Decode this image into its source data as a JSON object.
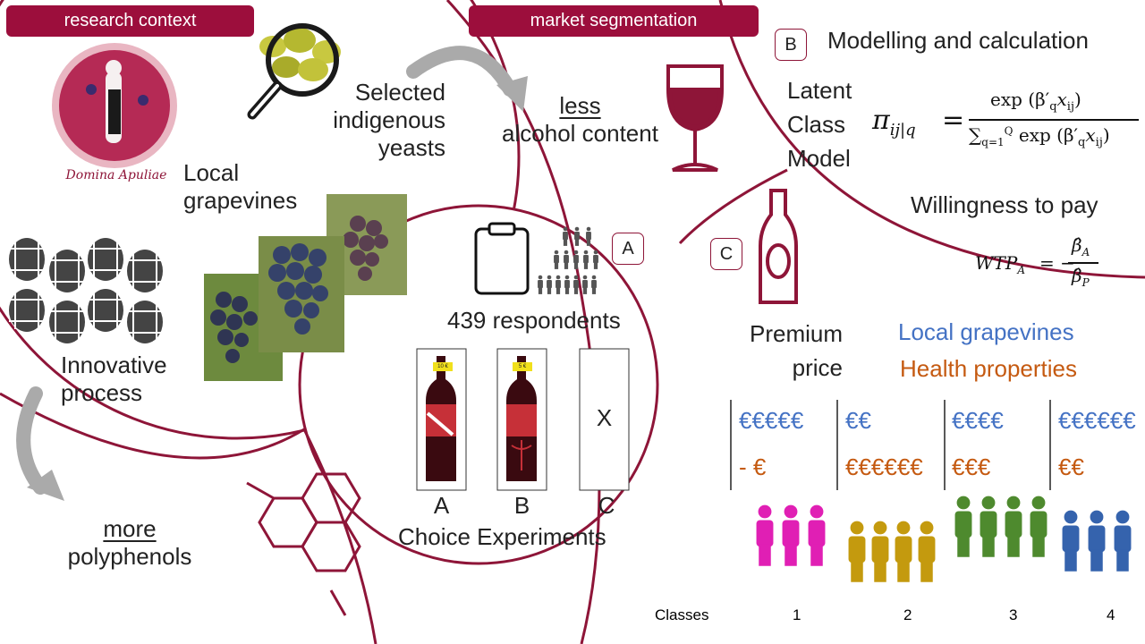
{
  "colors": {
    "accent": "#9c0e3c",
    "blue": "#4472c4",
    "orange": "#c55a11",
    "class1": "#e01fb4",
    "class2": "#c49a0e",
    "class3": "#4e8a2e",
    "class4": "#3563ad"
  },
  "tags": {
    "research_context": "research context",
    "market_segmentation": "market segmentation"
  },
  "logo_text": "Domina Apuliae",
  "research": {
    "yeasts": "Selected indigenous yeasts",
    "grapevines": "Local grapevines",
    "process": "Innovative process",
    "polyphenols_underlined": "more",
    "polyphenols": "polyphenols"
  },
  "segmentation": {
    "alcohol_underlined": "less",
    "alcohol": "alcohol content"
  },
  "panel_a": {
    "badge": "A",
    "respondents": "439 respondents",
    "options": [
      "A",
      "B",
      "C"
    ],
    "card_c_text": "X",
    "bottle_a_price": "10 €",
    "bottle_b_price": "5 €",
    "caption": "Choice Experiments"
  },
  "panel_b": {
    "badge": "B",
    "title": "Modelling and calculation",
    "model_label": [
      "Latent",
      "Class",
      "Model"
    ],
    "wtp_label": "Willingness to pay",
    "formula_lhs": "π",
    "formula_lhs_sub": "ij|q",
    "formula_num": "exp (β′",
    "formula_num_sub": "q",
    "formula_num_x": "x",
    "formula_num_x_sub": "ij",
    "formula_den_sum": "∑",
    "formula_den_sum_sub": "q=1",
    "formula_den_sum_sup": "Q",
    "formula_den_exp": "exp (β′",
    "wtp_lhs": "WTP",
    "wtp_sub": "A",
    "wtp_num": "β̂",
    "wtp_num_sub": "A",
    "wtp_den": "β̂",
    "wtp_den_sub": "P"
  },
  "panel_c": {
    "badge": "C",
    "premium": [
      "Premium",
      "price"
    ],
    "legend_local": "Local grapevines",
    "legend_health": "Health properties"
  },
  "classes": {
    "label": "Classes",
    "items": [
      {
        "number": "1",
        "local": "€€€€€",
        "health": "- €"
      },
      {
        "number": "2",
        "local": "€€",
        "health": "€€€€€€"
      },
      {
        "number": "3",
        "local": "€€€€",
        "health": "€€€"
      },
      {
        "number": "4",
        "local": "€€€€€€",
        "health": "€€"
      }
    ]
  }
}
